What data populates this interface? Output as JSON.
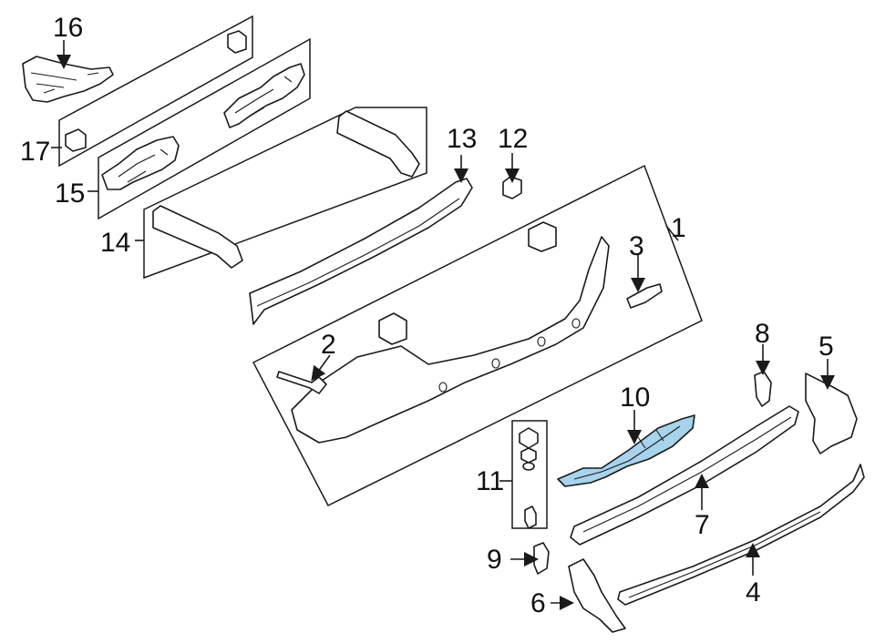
{
  "highlight_color": "#a9d3ec",
  "line_color": "#1a1a1a",
  "callouts": {
    "c1": "1",
    "c2": "2",
    "c3": "3",
    "c4": "4",
    "c5": "5",
    "c6": "6",
    "c7": "7",
    "c8": "8",
    "c9": "9",
    "c10": "10",
    "c11": "11",
    "c12": "12",
    "c13": "13",
    "c14": "14",
    "c15": "15",
    "c16": "16",
    "c17": "17"
  }
}
